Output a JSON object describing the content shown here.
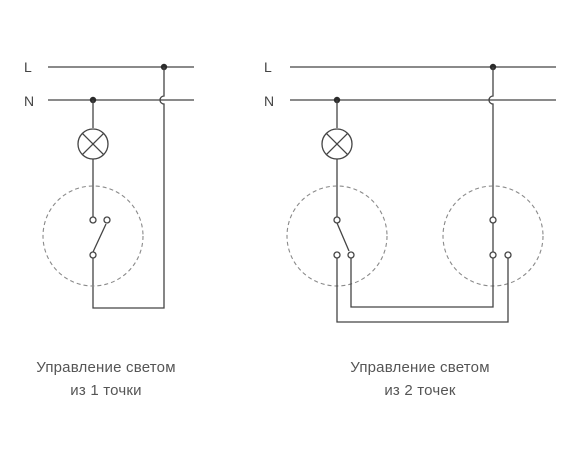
{
  "lines": {
    "phase": "L",
    "neutral": "N"
  },
  "captions": [
    {
      "line1": "Управление светом",
      "line2": "из 1 точки"
    },
    {
      "line1": "Управление светом",
      "line2": "из 2 точек"
    }
  ],
  "colors": {
    "wire": "#444444",
    "dashed_outline": "#8a8a8a",
    "text": "#555555"
  }
}
